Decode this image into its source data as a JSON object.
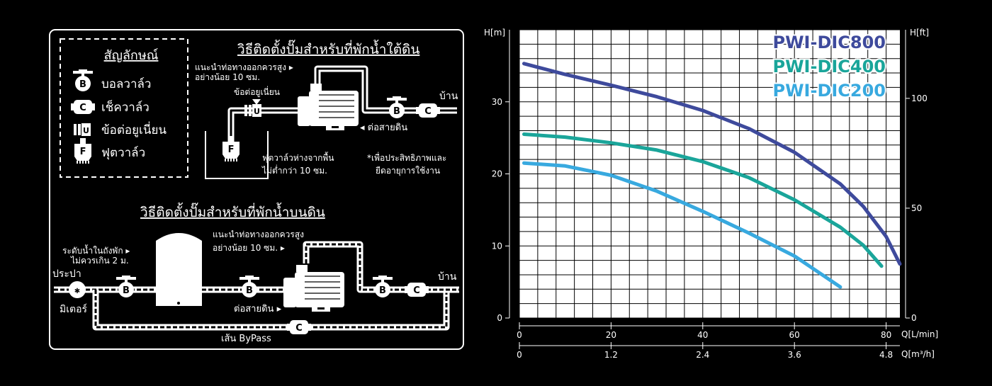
{
  "legend": {
    "title": "สัญลักษณ์",
    "items": [
      {
        "symbol": "B",
        "label": "บอลวาล์ว"
      },
      {
        "symbol": "C",
        "label": "เช็ควาล์ว"
      },
      {
        "symbol": "U",
        "label": "ข้อต่อยูเนี่ยน"
      },
      {
        "symbol": "F",
        "label": "ฟุตวาล์ว"
      }
    ]
  },
  "underground": {
    "title": "วิธีติดตั้งปั๊มสำหรับที่พักน้ำใต้ดิน",
    "note_outlet_1": "แนะนำท่อทางออกควรสูง ▸",
    "note_outlet_2": "อย่างน้อย 10 ซม.",
    "union_label": "ข้อต่อยูเนี่ยน",
    "house_label": "บ้าน",
    "ground_label": "◂ ต่อสายดิน",
    "footvalve_note_1": "ฟุตวาล์วห่างจากพื้น",
    "footvalve_note_2": "ไม่ต่ำกว่า 10 ซม.",
    "efficiency_note_1": "*เพื่อประสิทธิภาพและ",
    "efficiency_note_2": "ยืดอายุการใช้งาน"
  },
  "aboveground": {
    "title": "วิธีติดตั้งปั๊มสำหรับที่พักน้ำบนดิน",
    "tank_note_1": "ระดับน้ำในถังพัก ▸",
    "tank_note_2": "ไม่ควรเกิน 2 ม.",
    "note_outlet_1": "แนะนำท่อทางออกควรสูง",
    "note_outlet_2": "อย่างน้อย 10 ซม. ▸",
    "water_supply": "ประปา",
    "meter": "มิเตอร์",
    "ground_label": "ต่อสายดิน ▸",
    "house_label": "บ้าน",
    "bypass_label": "เส้น ByPass"
  },
  "chart_data": {
    "type": "line",
    "x": [
      0,
      20,
      40,
      60,
      80
    ],
    "x_tick_labels": [
      "0",
      "20",
      "40",
      "60",
      "80"
    ],
    "x_secondary_tick_labels": [
      "0",
      "1.2",
      "2.4",
      "3.6",
      "4.8"
    ],
    "xlabel": "Q[L/min]",
    "xlabel_secondary": "Q[m³/h]",
    "ylabel": "H[m]",
    "ylabel_secondary": "H[ft]",
    "y_tick_labels": [
      "0",
      "10",
      "20",
      "30"
    ],
    "y_secondary_tick_labels": [
      "0",
      "50",
      "100"
    ],
    "xlim": [
      0,
      83
    ],
    "ylim": [
      0,
      40
    ],
    "grid": true,
    "legend": "top-right",
    "series": [
      {
        "name": "PWI-DIC800",
        "color": "#3e4a9c",
        "x": [
          1,
          10,
          20,
          30,
          40,
          50,
          60,
          70,
          75,
          80,
          83
        ],
        "y": [
          35.3,
          33.8,
          32.3,
          30.7,
          28.8,
          26.3,
          23,
          18.6,
          15.5,
          11.3,
          7.5
        ]
      },
      {
        "name": "PWI-DIC400",
        "color": "#1aa59a",
        "x": [
          1,
          10,
          20,
          30,
          40,
          50,
          60,
          70,
          75,
          79
        ],
        "y": [
          25.5,
          25.1,
          24.3,
          23.3,
          21.7,
          19.5,
          16.4,
          12.6,
          10.1,
          7.2
        ]
      },
      {
        "name": "PWI-DIC200",
        "color": "#38a9df",
        "x": [
          1,
          10,
          20,
          30,
          40,
          50,
          60,
          70
        ],
        "y": [
          21.5,
          21.1,
          19.8,
          17.6,
          14.8,
          11.8,
          8.6,
          4.3
        ]
      }
    ]
  }
}
